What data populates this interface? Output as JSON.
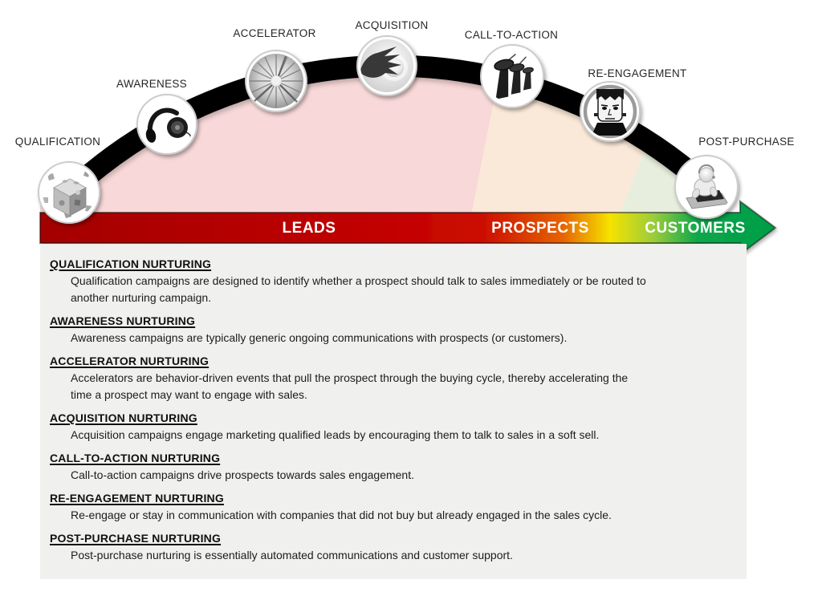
{
  "diagram": {
    "stages": [
      {
        "label": "QUALIFICATION",
        "icon": "puzzle-cube"
      },
      {
        "label": "AWARENESS",
        "icon": "headphones"
      },
      {
        "label": "ACCELERATOR",
        "icon": "speed-tunnel"
      },
      {
        "label": "ACQUISITION",
        "icon": "hand-reaching-orb"
      },
      {
        "label": "CALL-TO-ACTION",
        "icon": "megaphone-horns"
      },
      {
        "label": "RE-ENGAGEMENT",
        "icon": "frankenstein-face"
      },
      {
        "label": "POST-PURCHASE",
        "icon": "figure-at-keyboard"
      }
    ],
    "funnel_bar": {
      "segments": [
        {
          "label": "LEADS",
          "color": "#c00000"
        },
        {
          "label": "PROSPECTS",
          "color": "#e88a00"
        },
        {
          "label": "CUSTOMERS",
          "color": "#00a14b"
        }
      ]
    },
    "zones": [
      {
        "name": "leads-zone",
        "color": "#f8d8d8"
      },
      {
        "name": "prospects-zone",
        "color": "#fae8d8"
      },
      {
        "name": "customers-zone",
        "color": "#e7eedd"
      }
    ],
    "arc_color": "#000000"
  },
  "panel": {
    "background": "#f0f0ee",
    "sections": [
      {
        "title": "QUALIFICATION NURTURING",
        "lines": [
          "Qualification campaigns are designed to identify whether  a prospect should talk to sales immediately or be routed to",
          "another nurturing campaign."
        ]
      },
      {
        "title": "AWARENESS NURTURING",
        "lines": [
          "Awareness campaigns are typically generic ongoing communications with prospects (or customers)."
        ]
      },
      {
        "title": "ACCELERATOR NURTURING",
        "lines": [
          "Accelerators are behavior-driven events that pull the prospect through the buying cycle, thereby accelerating the",
          "time a prospect may want to engage with sales."
        ]
      },
      {
        "title": "ACQUISITION NURTURING",
        "lines": [
          "Acquisition campaigns engage marketing qualified leads by encouraging them to talk to sales in a soft sell."
        ]
      },
      {
        "title": "CALL-TO-ACTION NURTURING",
        "lines": [
          "Call-to-action campaigns drive prospects towards sales engagement."
        ]
      },
      {
        "title": "RE-ENGAGEMENT NURTURING",
        "lines": [
          "Re-engage or stay in communication with companies that did not buy but already engaged in the sales cycle."
        ]
      },
      {
        "title": "POST-PURCHASE  NURTURING",
        "lines": [
          "Post-purchase nurturing is essentially automated communications and customer support."
        ]
      }
    ]
  }
}
